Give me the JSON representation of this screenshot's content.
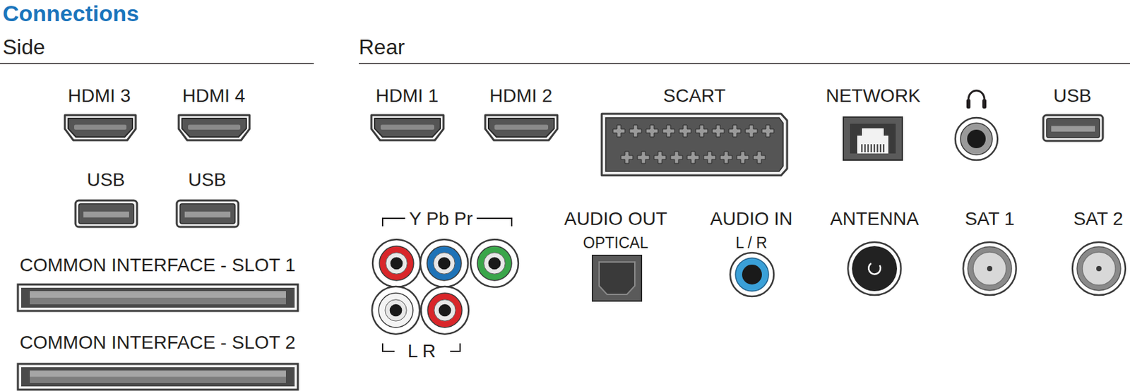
{
  "diagram": {
    "title": "Connections",
    "labels": [
      "Side",
      "Rear",
      "HDMI 3",
      "HDMI 4",
      "USB",
      "USB",
      "COMMON INTERFACE - SLOT 1",
      "COMMON INTERFACE - SLOT 2",
      "HDMI 1",
      "HDMI 2",
      "SCART",
      "NETWORK",
      "USB",
      "Y Pb Pr",
      "L R",
      "AUDIO OUT",
      "OPTICAL",
      "AUDIO IN",
      "L / R",
      "ANTENNA",
      "SAT 1",
      "SAT 2"
    ]
  }
}
